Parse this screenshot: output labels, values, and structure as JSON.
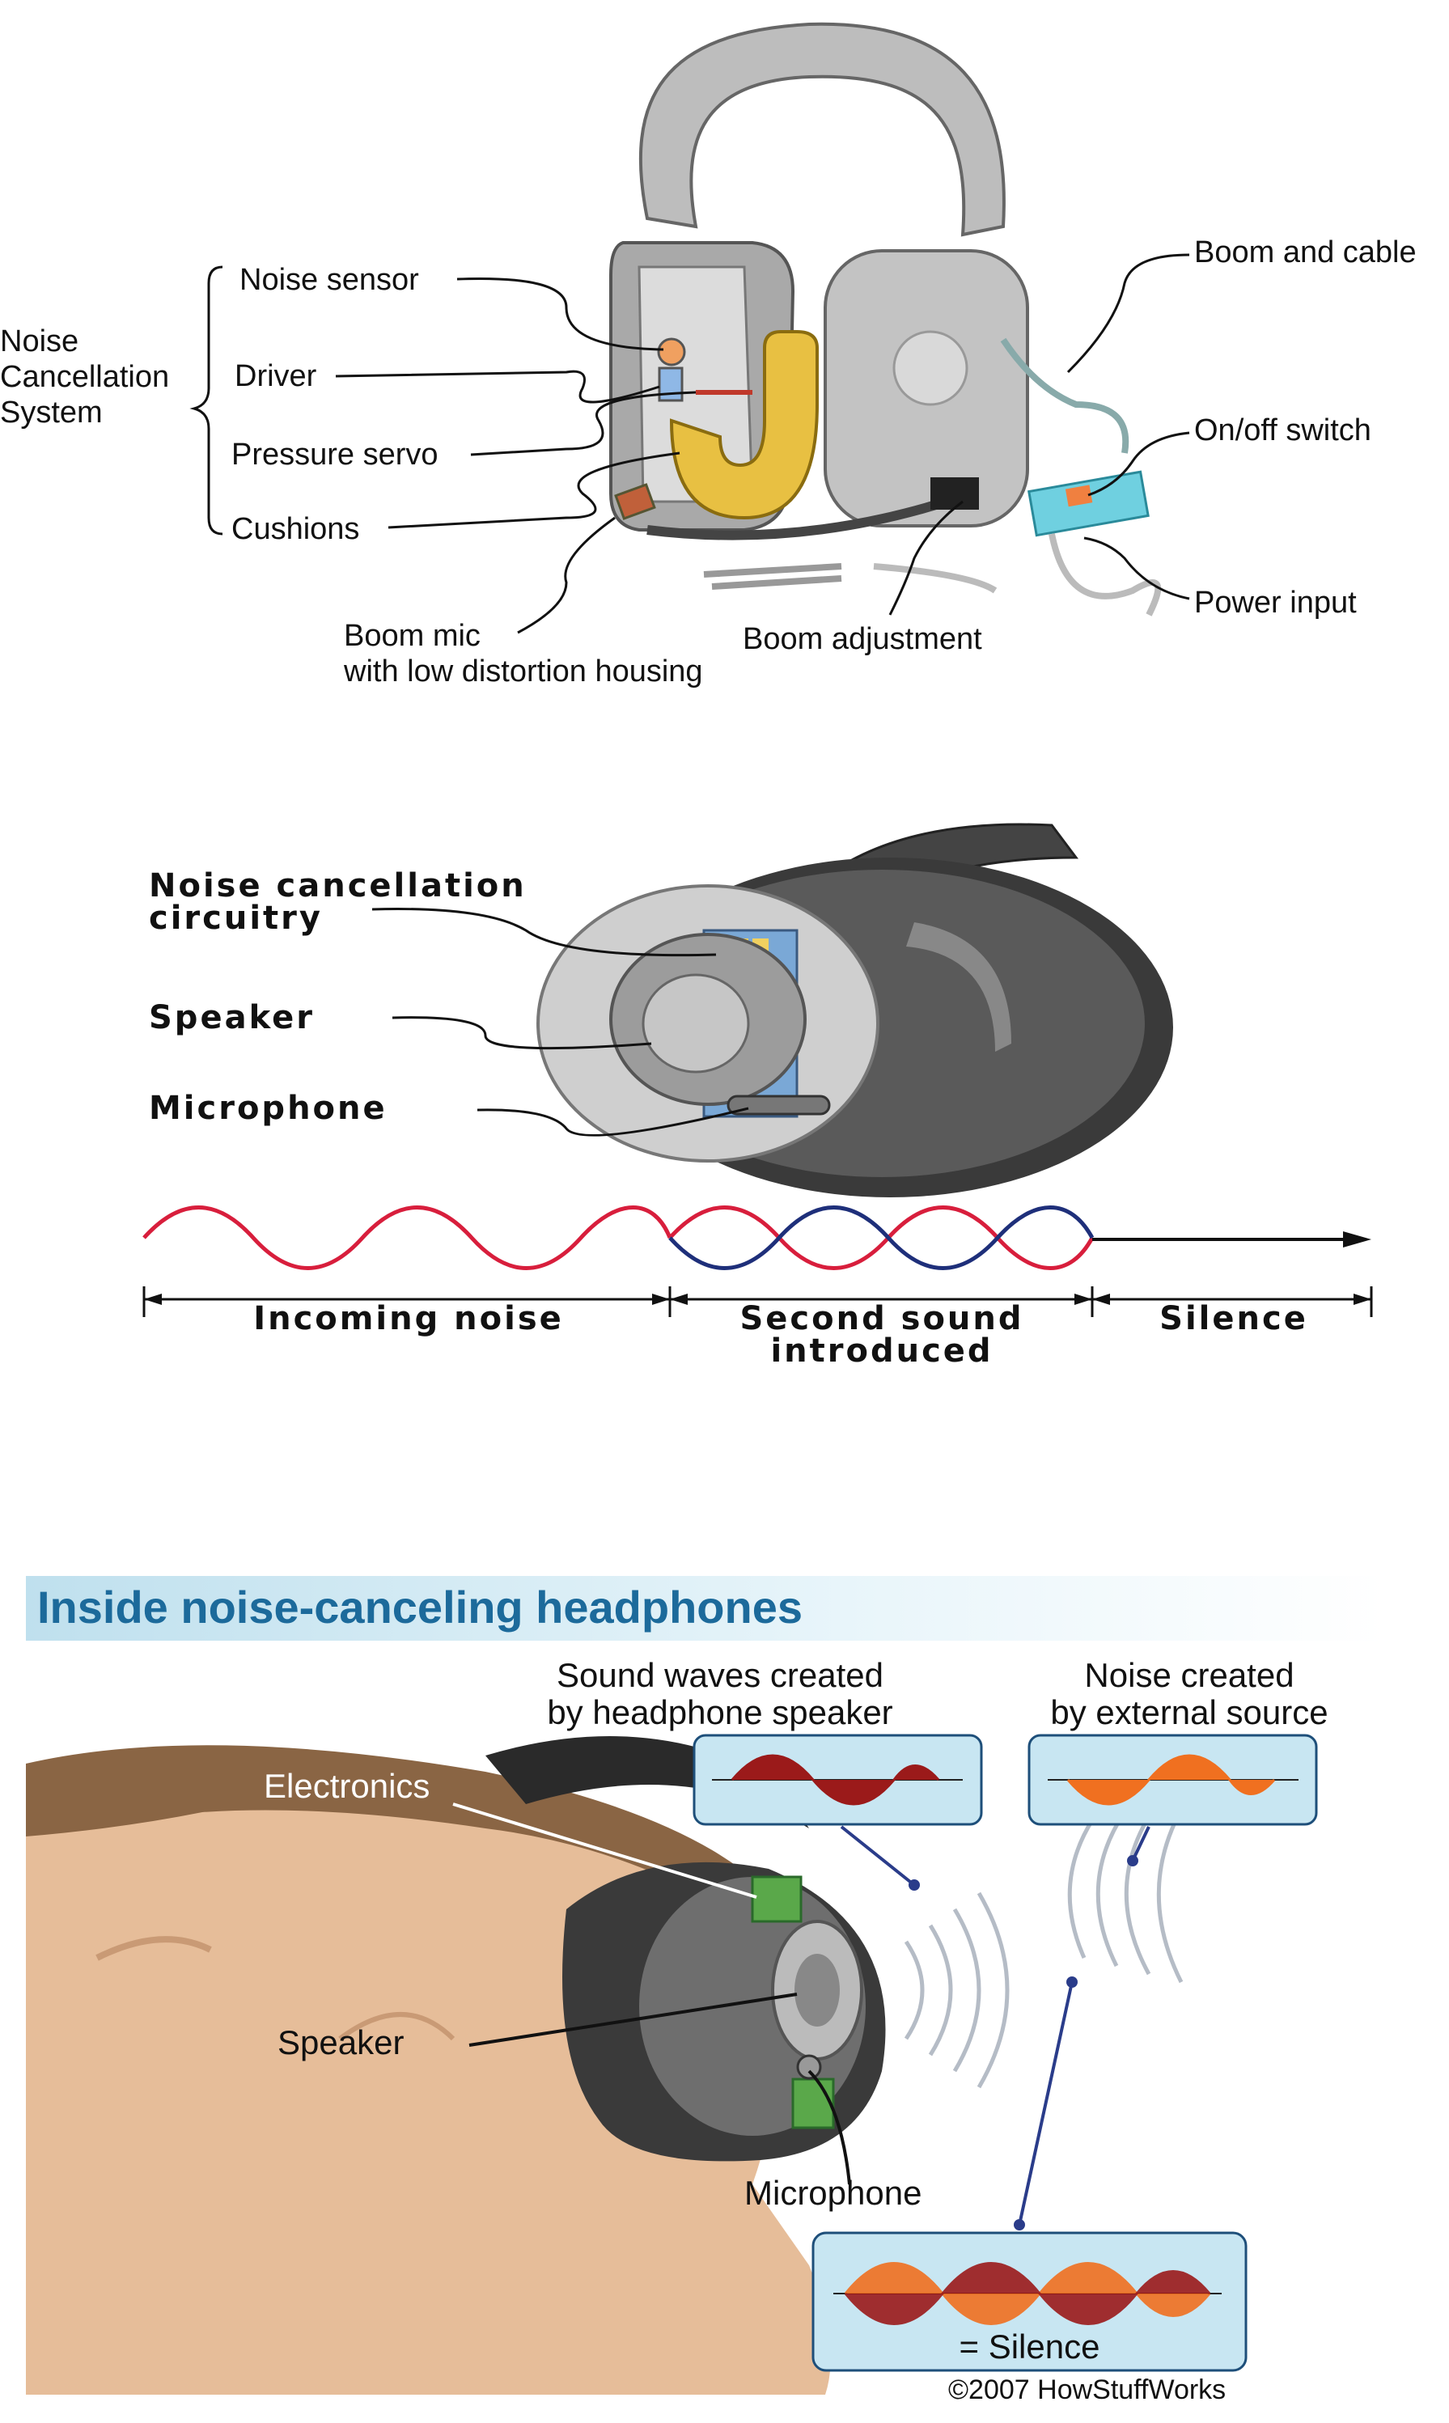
{
  "panel1": {
    "group_label": "Noise\nCancellation\nSystem",
    "noise_sensor": "Noise sensor",
    "driver": "Driver",
    "pressure_servo": "Pressure servo",
    "cushions": "Cushions",
    "boom_mic": "Boom mic\nwith low distortion housing",
    "boom_adjustment": "Boom adjustment",
    "boom_and_cable": "Boom and cable",
    "on_off_switch": "On/off switch",
    "power_input": "Power input"
  },
  "panel2": {
    "circuitry": "Noise cancellation\ncircuitry",
    "speaker": "Speaker",
    "microphone": "Microphone",
    "incoming_noise": "Incoming noise",
    "second_sound": "Second sound\nintroduced",
    "silence": "Silence",
    "colors": {
      "noise_wave": "#d81e3c",
      "inverse_wave": "#1e2f7a"
    }
  },
  "panel3": {
    "title": "Inside noise-canceling headphones",
    "speaker_waves_caption": "Sound waves created\nby headphone speaker",
    "external_noise_caption": "Noise created\nby external source",
    "electronics": "Electronics",
    "speaker": "Speaker",
    "microphone": "Microphone",
    "silence": "= Silence",
    "copyright": "©2007 HowStuffWorks",
    "colors": {
      "title": "#1c6a9b",
      "dark_wave": "#9b1a1a",
      "orange_wave": "#f07020",
      "skin": "#e6bd99",
      "hair": "#8a6544"
    }
  }
}
